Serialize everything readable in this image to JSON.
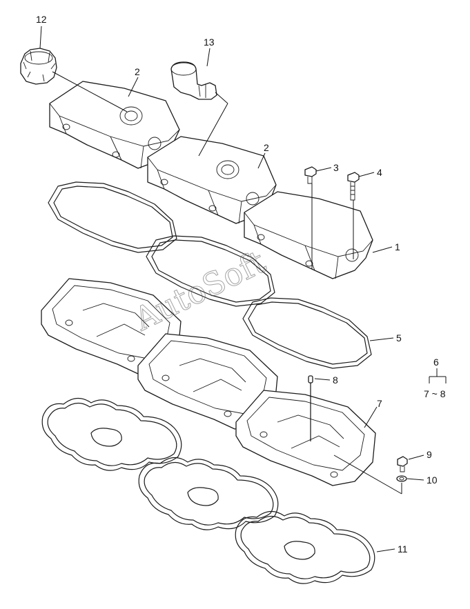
{
  "watermark": "AutoSoft",
  "callouts": {
    "c1": "1",
    "c2a": "2",
    "c2b": "2",
    "c3": "3",
    "c4": "4",
    "c5": "5",
    "c6": "6",
    "c7": "7",
    "c8": "8",
    "c9": "9",
    "c10": "10",
    "c11": "11",
    "c12": "12",
    "c13": "13",
    "range_6": "7 ~ 8"
  }
}
